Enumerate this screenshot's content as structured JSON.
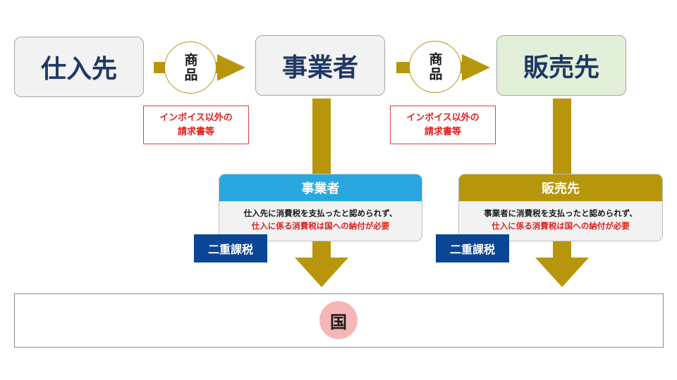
{
  "entities": {
    "supplier": "仕入先",
    "business": "事業者",
    "buyer": "販売先"
  },
  "goods_label": "商品",
  "invoice_label": "インボイス以外の\n請求書等",
  "cards": [
    {
      "title": "事業者",
      "line1": "仕入先に消費税を支払ったと認められず、",
      "line2": "仕入に係る消費税は国への納付が必要",
      "header_color": "#29a8e0"
    },
    {
      "title": "販売先",
      "line1": "事業者に消費税を支払ったと認められず、",
      "line2": "仕入に係る消費税は国への納付が必要",
      "header_color": "#b8960b"
    }
  ],
  "double_tax_label": "二重課税",
  "country_label": "国"
}
